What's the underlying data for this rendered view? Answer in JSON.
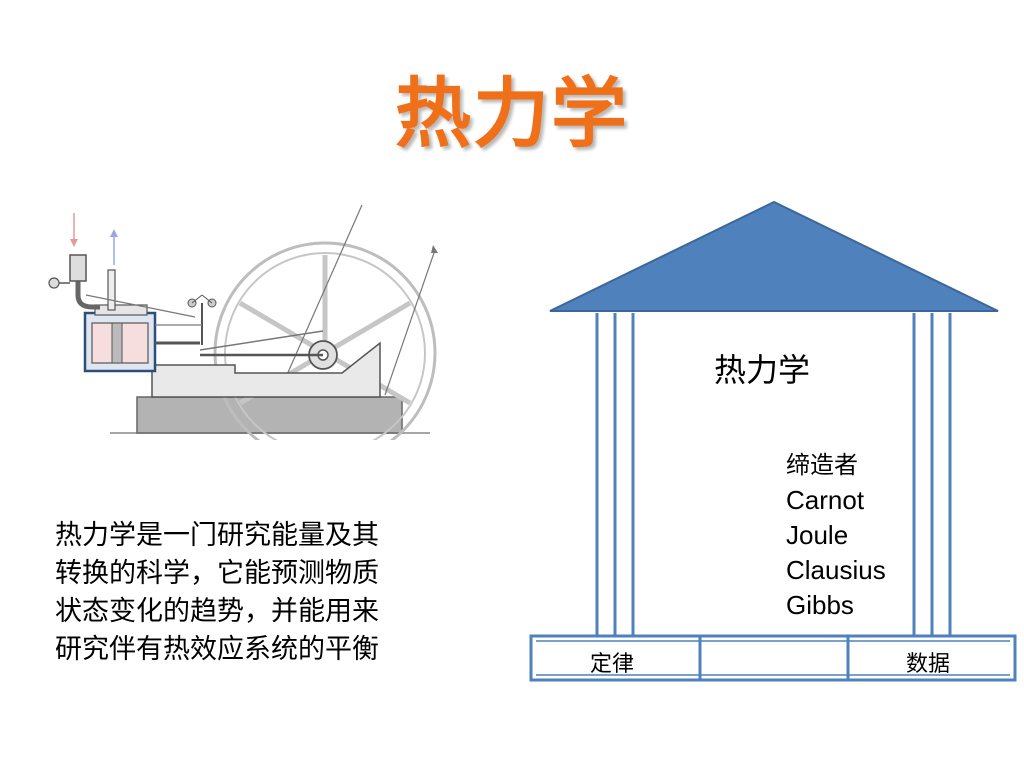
{
  "title": "热力学",
  "description": [
    "热力学是一门研究能量及其",
    "转换的科学，它能预测物质",
    "状态变化的趋势，并能用来",
    "研究伴有热效应系统的平衡"
  ],
  "house": {
    "label": "热力学",
    "founders_heading": "缔造者",
    "founders": [
      "Carnot",
      "Joule",
      "Clausius",
      "Gibbs"
    ],
    "base_left": "定律",
    "base_middle": "",
    "base_right": "数据"
  },
  "colors": {
    "title": "#f0701a",
    "roof": "#4f81bd",
    "roof_stroke": "#3b679a",
    "pillar": "#4f81bd"
  }
}
